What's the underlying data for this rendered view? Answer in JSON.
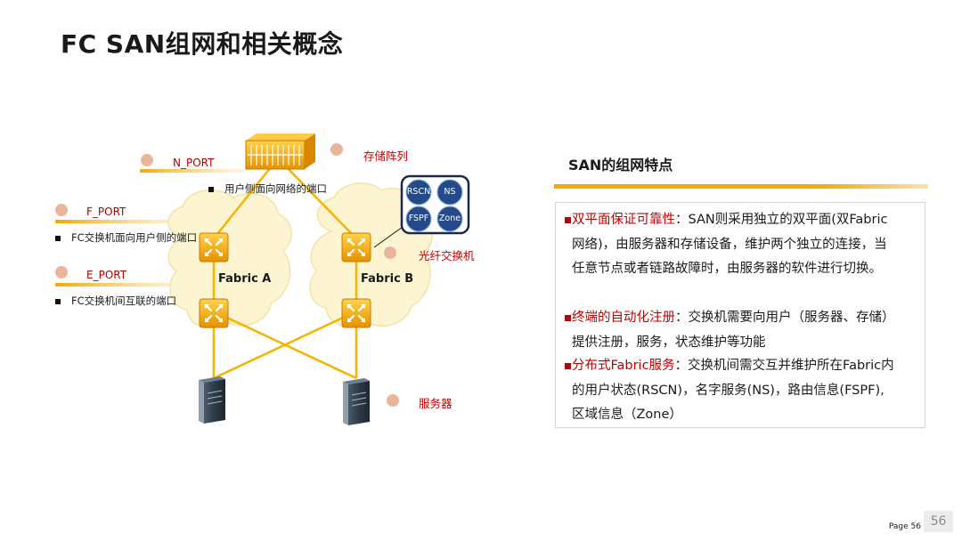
{
  "title": "FC SAN组网和相关概念",
  "diagram": {
    "storage_label": "存储阵列",
    "switch_label": "光纤交换机",
    "server_label": "服务器",
    "fabric_a": "Fabric A",
    "fabric_b": "Fabric B",
    "ports": [
      {
        "name": "N_PORT",
        "desc": "用户侧面向网络的端口"
      },
      {
        "name": "F_PORT",
        "desc": "FC交换机面向用户侧的端口"
      },
      {
        "name": "E_PORT",
        "desc": "FC交换机间互联的端口"
      }
    ],
    "services": [
      "RSCN",
      "NS",
      "FSPF",
      "Zone"
    ]
  },
  "panel": {
    "heading": "SAN的组网特点",
    "points": [
      {
        "key": "双平面保证可靠性",
        "text": "：SAN则采用独立的双平面(双Fabric网络)，由服务器和存储设备，维护两个独立的连接，当任意节点或者链路故障时，由服务器的软件进行切换。"
      },
      {
        "key": "终端的自动化注册",
        "text": "：交换机需要向用户（服务器、存储）提供注册，服务，状态维护等功能"
      },
      {
        "key": "分布式Fabric服务",
        "text": "：交换机间需交互并维护所在Fabric内的用户状态(RSCN)，名字服务(NS)，路由信息(FSPF), 区域信息（Zone）"
      }
    ]
  },
  "footer": {
    "page_label": "Page 56",
    "page_number": "56"
  },
  "colors": {
    "accent": "#f2a900",
    "key_red": "#c00000",
    "cloud": "#fdf5d2",
    "dot": "#e9b69a"
  }
}
